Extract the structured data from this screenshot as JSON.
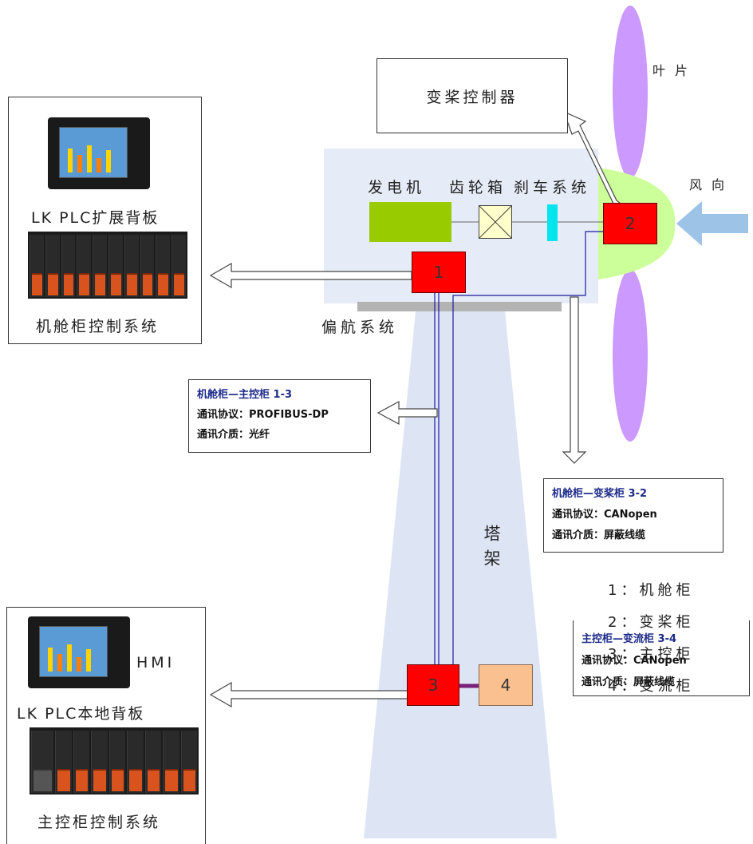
{
  "labels": {
    "blade": "叶片",
    "pitch_controller": "变桨控制器",
    "wind": "风向",
    "generator": "发电机",
    "gearbox": "齿轮箱",
    "brake": "刹车系统",
    "yaw": "偏航系统",
    "tower": "塔架",
    "hmi": "HMI"
  },
  "nodes": {
    "n1": "1",
    "n2": "2",
    "n3": "3",
    "n4": "4"
  },
  "nacelle_panel": {
    "title": "LK PLC扩展背板",
    "caption": "机舱柜控制系统"
  },
  "main_panel": {
    "title": "LK PLC本地背板",
    "caption": "主控柜控制系统"
  },
  "info_1_3": {
    "title": "机舱柜—主控柜 1-3",
    "protocol": "通讯协议：PROFIBUS-DP",
    "medium": "通讯介质：光纤"
  },
  "info_3_2": {
    "title": "机舱柜—变桨柜 3-2",
    "protocol": "通讯协议：CANopen",
    "medium": "通讯介质：屏蔽线缆"
  },
  "info_3_4": {
    "title": "主控柜—变流柜 3-4",
    "protocol": "通讯协议：CANopen",
    "medium": "通讯介质：屏蔽线缆"
  },
  "legend": [
    "1：机舱柜",
    "2：变桨柜",
    "3：主控柜",
    "4：变流柜"
  ],
  "colors": {
    "generator": "#99cc00",
    "gearbox": "#ffffcc",
    "brake": "#00e5ee",
    "node": "#ff0000",
    "converter": "#fac090",
    "hub": "#ccff99",
    "blade": "#cc99ff",
    "wind_arrow": "#9dc3e6",
    "nacelle_bg": "#e6ecf7",
    "tower_bg": "#dde5f4",
    "link": "#0000cc"
  }
}
